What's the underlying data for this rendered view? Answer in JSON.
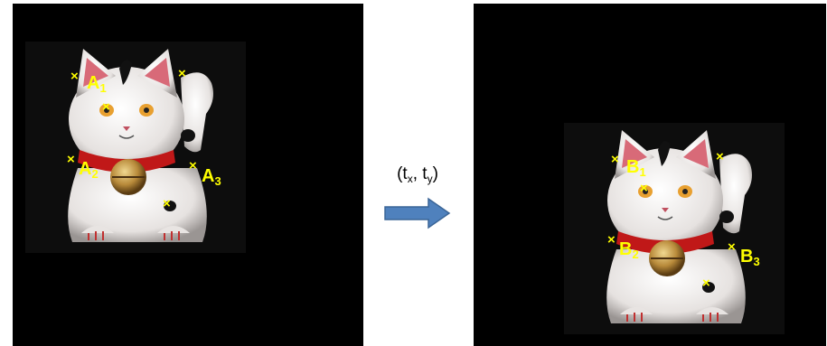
{
  "transform": {
    "caption_open": "(t",
    "sub_x": "x",
    "sep": ", t",
    "sub_y": "y",
    "caption_close": ")"
  },
  "points": {
    "marker": "×",
    "source": [
      {
        "letter": "A",
        "index": "1"
      },
      {
        "letter": "A",
        "index": "2"
      },
      {
        "letter": "A",
        "index": "3"
      }
    ],
    "target": [
      {
        "letter": "B",
        "index": "1"
      },
      {
        "letter": "B",
        "index": "2"
      },
      {
        "letter": "B",
        "index": "3"
      }
    ]
  },
  "colors": {
    "marker": "#ffff00",
    "arrow_fill": "#4f81bd",
    "arrow_stroke": "#3a6597",
    "background": "#000000"
  },
  "icons": {
    "arrow": "right-arrow-icon",
    "figure": "maneki-neko-cat"
  }
}
